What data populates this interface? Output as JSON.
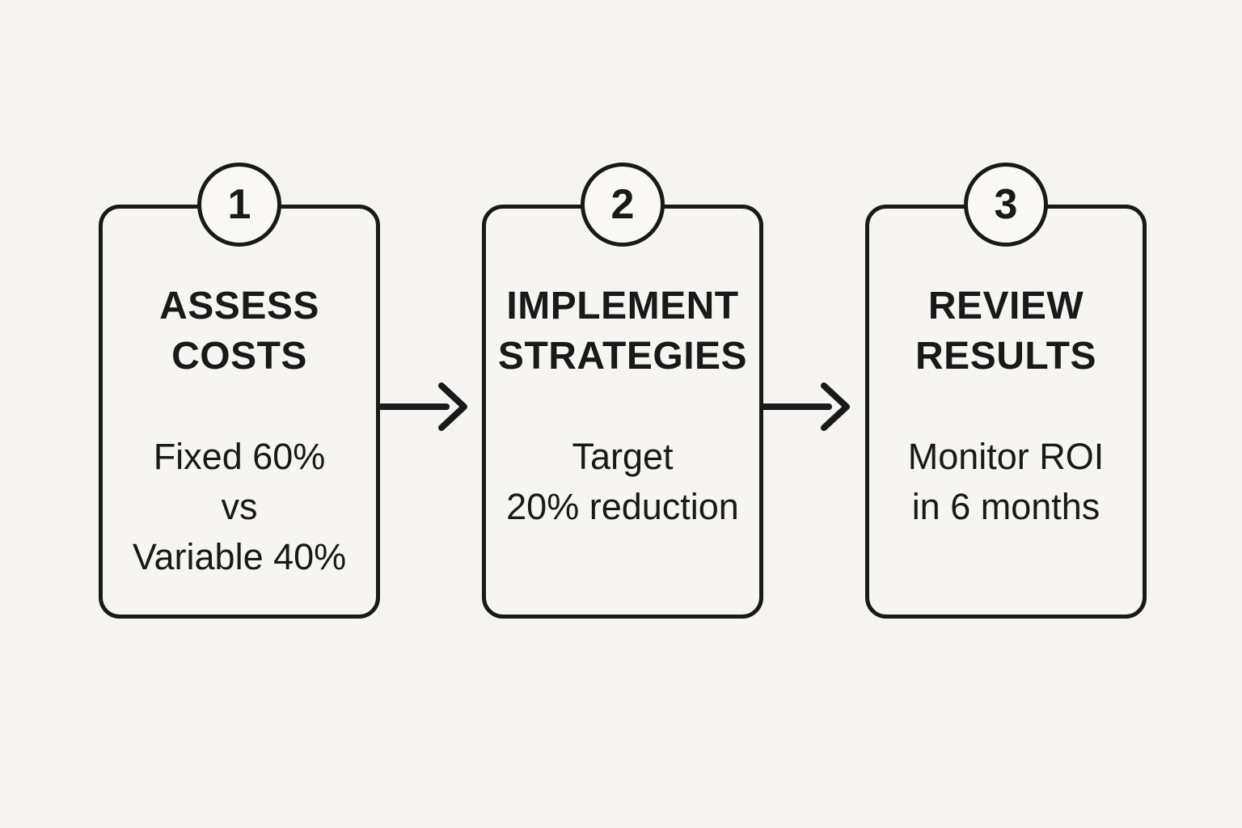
{
  "diagram": {
    "background_color": "#f5f4f0",
    "ink_color": "#191919",
    "steps": [
      {
        "number": "1",
        "title": "ASSESS\nCOSTS",
        "detail": "Fixed 60%\nvs\nVariable 40%"
      },
      {
        "number": "2",
        "title": "IMPLEMENT\nSTRATEGIES",
        "detail": "Target\n20% reduction"
      },
      {
        "number": "3",
        "title": "REVIEW\nRESULTS",
        "detail": "Monitor ROI\nin 6 months"
      }
    ],
    "connectors": [
      {
        "type": "arrow-right"
      },
      {
        "type": "arrow-right"
      }
    ]
  }
}
